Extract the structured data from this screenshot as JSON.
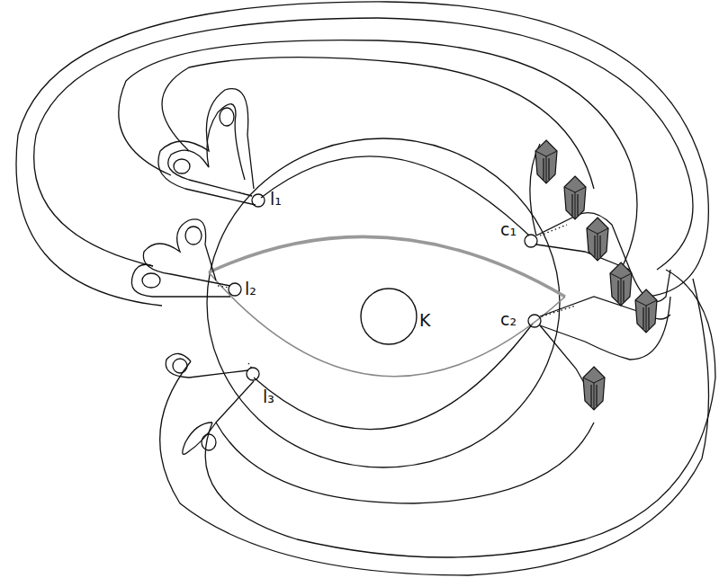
{
  "diagram": {
    "nodes": [
      {
        "text": [
          "K"
        ]
      }
    ],
    "labels": [
      "l₁",
      "l₂",
      "l₃",
      "c₁",
      "c₂"
    ]
  }
}
